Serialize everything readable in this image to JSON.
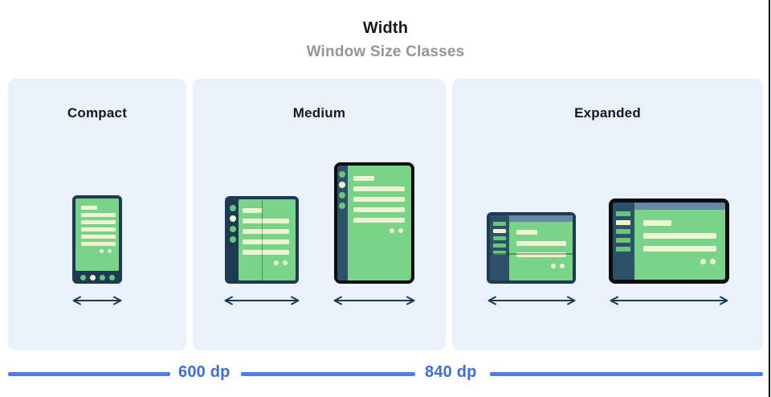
{
  "header": {
    "title": "Width",
    "subtitle": "Window Size Classes"
  },
  "panels": [
    {
      "label": "Compact"
    },
    {
      "label": "Medium"
    },
    {
      "label": "Expanded"
    }
  ],
  "ruler": {
    "labels": [
      "600 dp",
      "840 dp"
    ]
  },
  "colors": {
    "panel_bg": "#e9f1fb",
    "frame_navy": "#1c3a52",
    "rail_navy": "#2e5069",
    "screen_green": "#79d489",
    "accent_green": "#67c87a",
    "cream": "#f0f3d3",
    "topbar_blue_gray": "#6789a3",
    "ruler_line_blue": "#4f7fe8",
    "ruler_text_blue": "#3c6edd",
    "subtitle_gray": "#8e979e"
  },
  "icons": {
    "width_arrow": "double-headed horizontal arrow"
  }
}
